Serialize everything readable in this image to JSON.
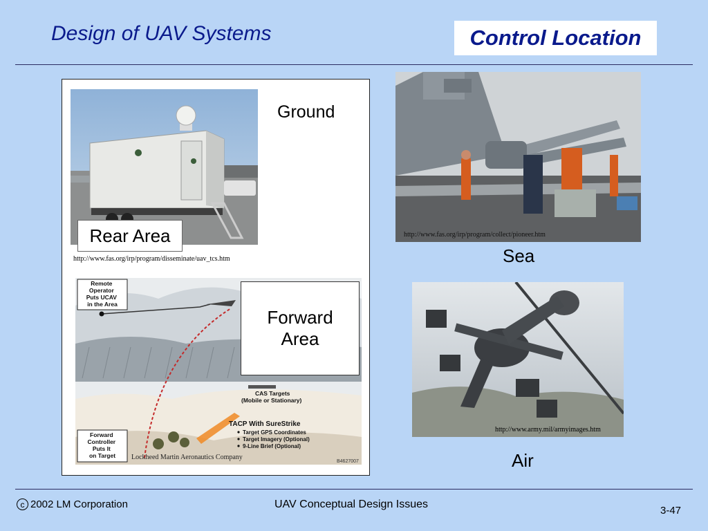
{
  "header": {
    "title": "Design of UAV Systems",
    "topic": "Control Location"
  },
  "ground": {
    "label": "Ground",
    "rear_area_label": "Rear Area",
    "rear_source": "http://www.fas.org/irp/program/disseminate/uav_tcs.htm",
    "forward_area_line1": "Forward",
    "forward_area_line2": "Area",
    "diagram": {
      "remote_operator_lines": [
        "Remote",
        "Operator",
        "Puts UCAV",
        "in the Area"
      ],
      "forward_controller_lines": [
        "Forward",
        "Controller",
        "Puts It",
        "on Target"
      ],
      "cas_targets": "CAS Targets",
      "cas_mode": "(Mobile or Stationary)",
      "tacp_title": "TACP With SureStrike",
      "tacp_bullets": [
        "Target GPS Coordinates",
        "Target Imagery (Optional)",
        "9-Line Brief (Optional)"
      ],
      "figure_code": "B4627007",
      "credit": "Lockheed Martin Aeronautics Company"
    }
  },
  "sea": {
    "label": "Sea",
    "source": "http://www.fas.org/irp/program/collect/pioneer.htm"
  },
  "air": {
    "label": "Air",
    "source": "http://www.army.mil/armyimages.htm"
  },
  "footer": {
    "copyright_symbol": "c",
    "copyright": "2002 LM Corporation",
    "center": "UAV Conceptual Design Issues",
    "page": "3-47"
  },
  "colors": {
    "background": "#b9d5f6",
    "title_blue": "#0a1a8c",
    "rule": "#2a2a60"
  }
}
